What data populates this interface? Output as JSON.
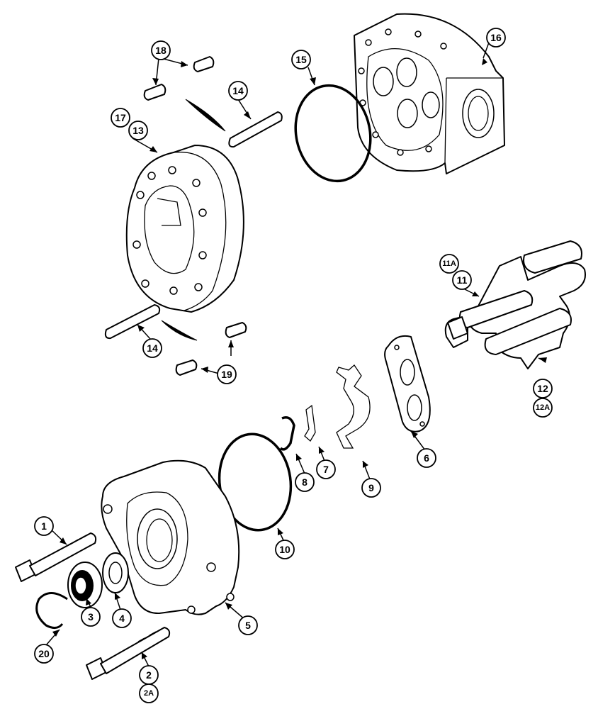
{
  "callouts": [
    {
      "id": "c1",
      "label": "1"
    },
    {
      "id": "c2",
      "label": "2"
    },
    {
      "id": "c2a",
      "label": "2A"
    },
    {
      "id": "c3",
      "label": "3"
    },
    {
      "id": "c4",
      "label": "4"
    },
    {
      "id": "c5",
      "label": "5"
    },
    {
      "id": "c6",
      "label": "6"
    },
    {
      "id": "c7",
      "label": "7"
    },
    {
      "id": "c8",
      "label": "8"
    },
    {
      "id": "c9",
      "label": "9"
    },
    {
      "id": "c10",
      "label": "10"
    },
    {
      "id": "c11",
      "label": "11"
    },
    {
      "id": "c11a",
      "label": "11A"
    },
    {
      "id": "c12",
      "label": "12"
    },
    {
      "id": "c12a",
      "label": "12A"
    },
    {
      "id": "c13",
      "label": "13"
    },
    {
      "id": "c14a",
      "label": "14"
    },
    {
      "id": "c14b",
      "label": "14"
    },
    {
      "id": "c15",
      "label": "15"
    },
    {
      "id": "c16",
      "label": "16"
    },
    {
      "id": "c17",
      "label": "17"
    },
    {
      "id": "c18",
      "label": "18"
    },
    {
      "id": "c19",
      "label": "19"
    },
    {
      "id": "c20",
      "label": "20"
    }
  ]
}
